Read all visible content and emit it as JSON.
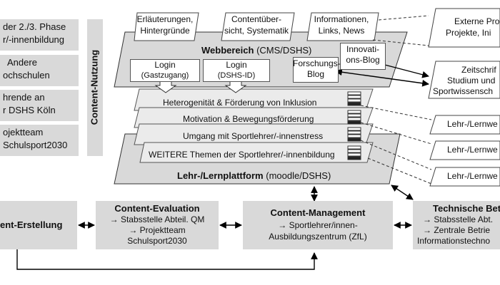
{
  "left_groups": [
    {
      "line1": "der 2./3. Phase",
      "line2": "r/-innenbildung"
    },
    {
      "line1": "Andere",
      "line2": "ochschulen"
    },
    {
      "line1": "hrende an",
      "line2": "r DSHS Köln"
    },
    {
      "line1": "ojektteam",
      "line2": "Schulsport2030"
    }
  ],
  "content_nutzung": "Content-Nutzung",
  "top_notes": [
    {
      "line1": "Erläuterungen,",
      "line2": "Hintergründe"
    },
    {
      "line1": "Contentüber-",
      "line2": "sicht, Systematik"
    },
    {
      "line1": "Informationen,",
      "line2": "Links, News"
    }
  ],
  "webbereich": {
    "title": "Webbereich",
    "sub": "(CMS/DSHS)"
  },
  "innovations_blog": {
    "line1": "Innovati-",
    "line2": "ons-Blog"
  },
  "forschungs_blog": {
    "line1": "Forschungs-",
    "line2": "Blog"
  },
  "login_guest": {
    "line1": "Login",
    "line2": "(Gastzugang)"
  },
  "login_dshs": {
    "line1": "Login",
    "line2": "(DSHS-ID)"
  },
  "themes": [
    "Heterogenität & Förderung von Inklusion",
    "Motivation & Bewegungsförderung",
    "Umgang mit Sportlehrer/-innenstress",
    "WEITERE Themen der Sportlehrer/-innenbildung"
  ],
  "lernplattform": {
    "title": "Lehr-/Lernplattform",
    "sub": "(moodle/DSHS)"
  },
  "right_top": {
    "line1": "Externe Pro",
    "line2": "Projekte, Ini"
  },
  "right_mid": {
    "line1": "Zeitschrif",
    "line2": "Studium und",
    "line3": "Sportwissensch"
  },
  "right_lern": [
    "Lehr-/Lernwe",
    "Lehr-/Lernwe",
    "Lehr-/Lernwe"
  ],
  "bottom": {
    "erstellung": "ent-Erstellung",
    "evaluation": {
      "title": "Content-Evaluation",
      "l1": "→ Stabsstelle Abteil. QM",
      "l2": "→ Projektteam",
      "l3": "Schulsport2030"
    },
    "management": {
      "title": "Content-Management",
      "l1": "→ Sportlehrer/innen-",
      "l2": "Ausbildungszentrum (ZfL)"
    },
    "technisch": {
      "title": "Technische Bet",
      "l1": "→ Stabsstelle Abt.",
      "l2": "→ Zentrale Betrie",
      "l3": "Informationstechno"
    }
  }
}
